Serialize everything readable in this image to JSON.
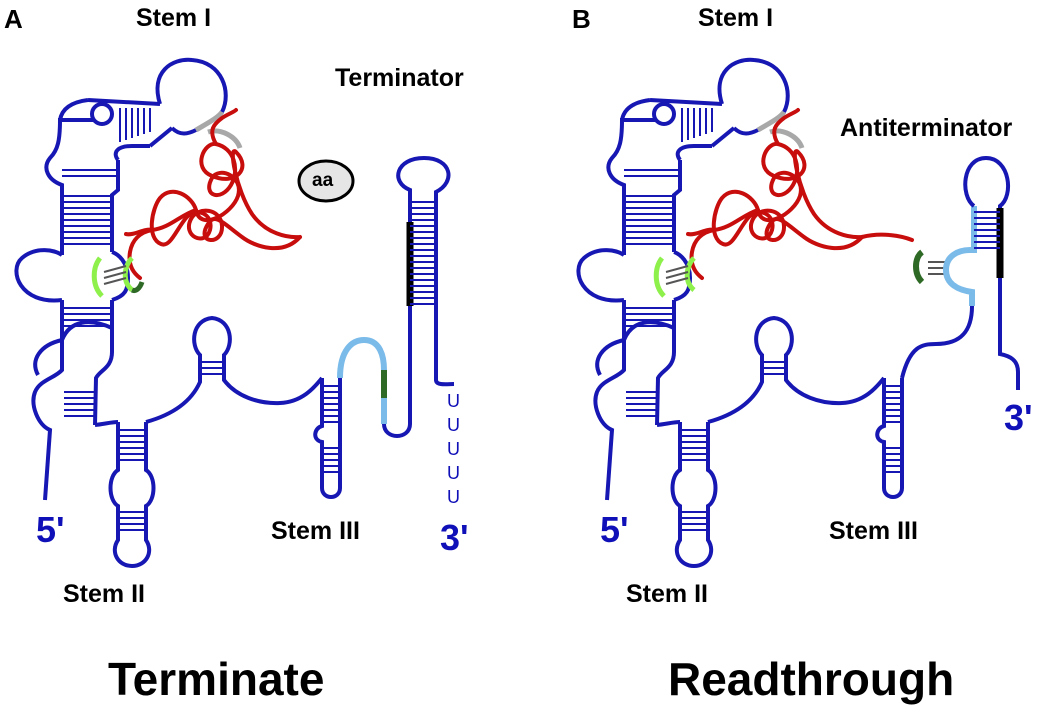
{
  "colors": {
    "rna": "#1717b4",
    "trna": "#c80d0d",
    "specifier_light": "#8ef04a",
    "specifier_dark": "#2e6a26",
    "antiterminator_seq": "#7bbbea",
    "terminator_seq": "#000000",
    "loop_seq": "#a8a8a8",
    "amino_acid_fill": "#e6e6e6"
  },
  "panel_a": {
    "letter": "A",
    "stem1": "Stem I",
    "stem2": "Stem II",
    "stem3": "Stem III",
    "structure": "Terminator",
    "five_prime": "5'",
    "three_prime": "3'",
    "uridines": [
      "U",
      "U",
      "U",
      "U",
      "U"
    ],
    "amino_acid": "aa",
    "outcome": "Terminate"
  },
  "panel_b": {
    "letter": "B",
    "stem1": "Stem I",
    "stem2": "Stem II",
    "stem3": "Stem III",
    "structure": "Antiterminator",
    "five_prime": "5'",
    "three_prime": "3'",
    "outcome": "Readthrough"
  }
}
